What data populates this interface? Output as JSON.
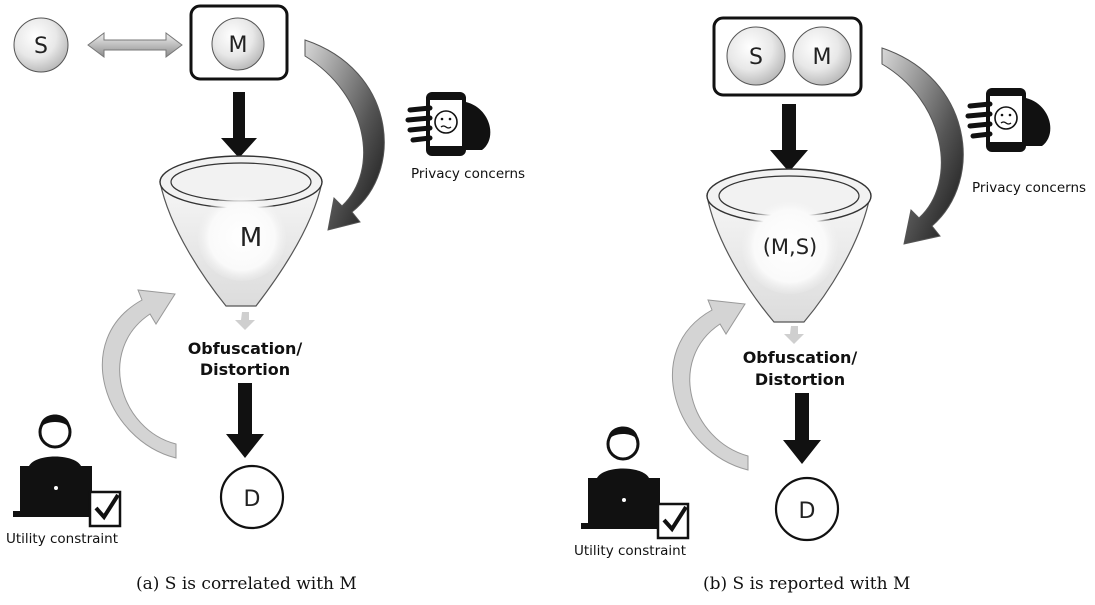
{
  "panel_a": {
    "node_s": "S",
    "node_m": "M",
    "funnel_content": "M",
    "node_d": "D",
    "privacy_label": "Privacy concerns",
    "obfuscation_line1": "Obfuscation/",
    "obfuscation_line2": "Distortion",
    "utility_label": "Utility constraint",
    "caption": "(a)  S is correlated with M"
  },
  "panel_b": {
    "node_s": "S",
    "node_m": "M",
    "funnel_content": "(M,S)",
    "node_d": "D",
    "privacy_label": "Privacy concerns",
    "obfuscation_line1": "Obfuscation/",
    "obfuscation_line2": "Distortion",
    "utility_label": "Utility constraint",
    "caption": "(b)  S is reported with M"
  },
  "icons": [
    "phone-in-hand-icon",
    "person-at-laptop-icon",
    "checkbox-icon"
  ],
  "colors": {
    "circle_fill": "#e0e0e0",
    "arrow_black": "#111111",
    "arrow_gray": "#bdbdbd",
    "funnel_fill": "#ededed"
  }
}
